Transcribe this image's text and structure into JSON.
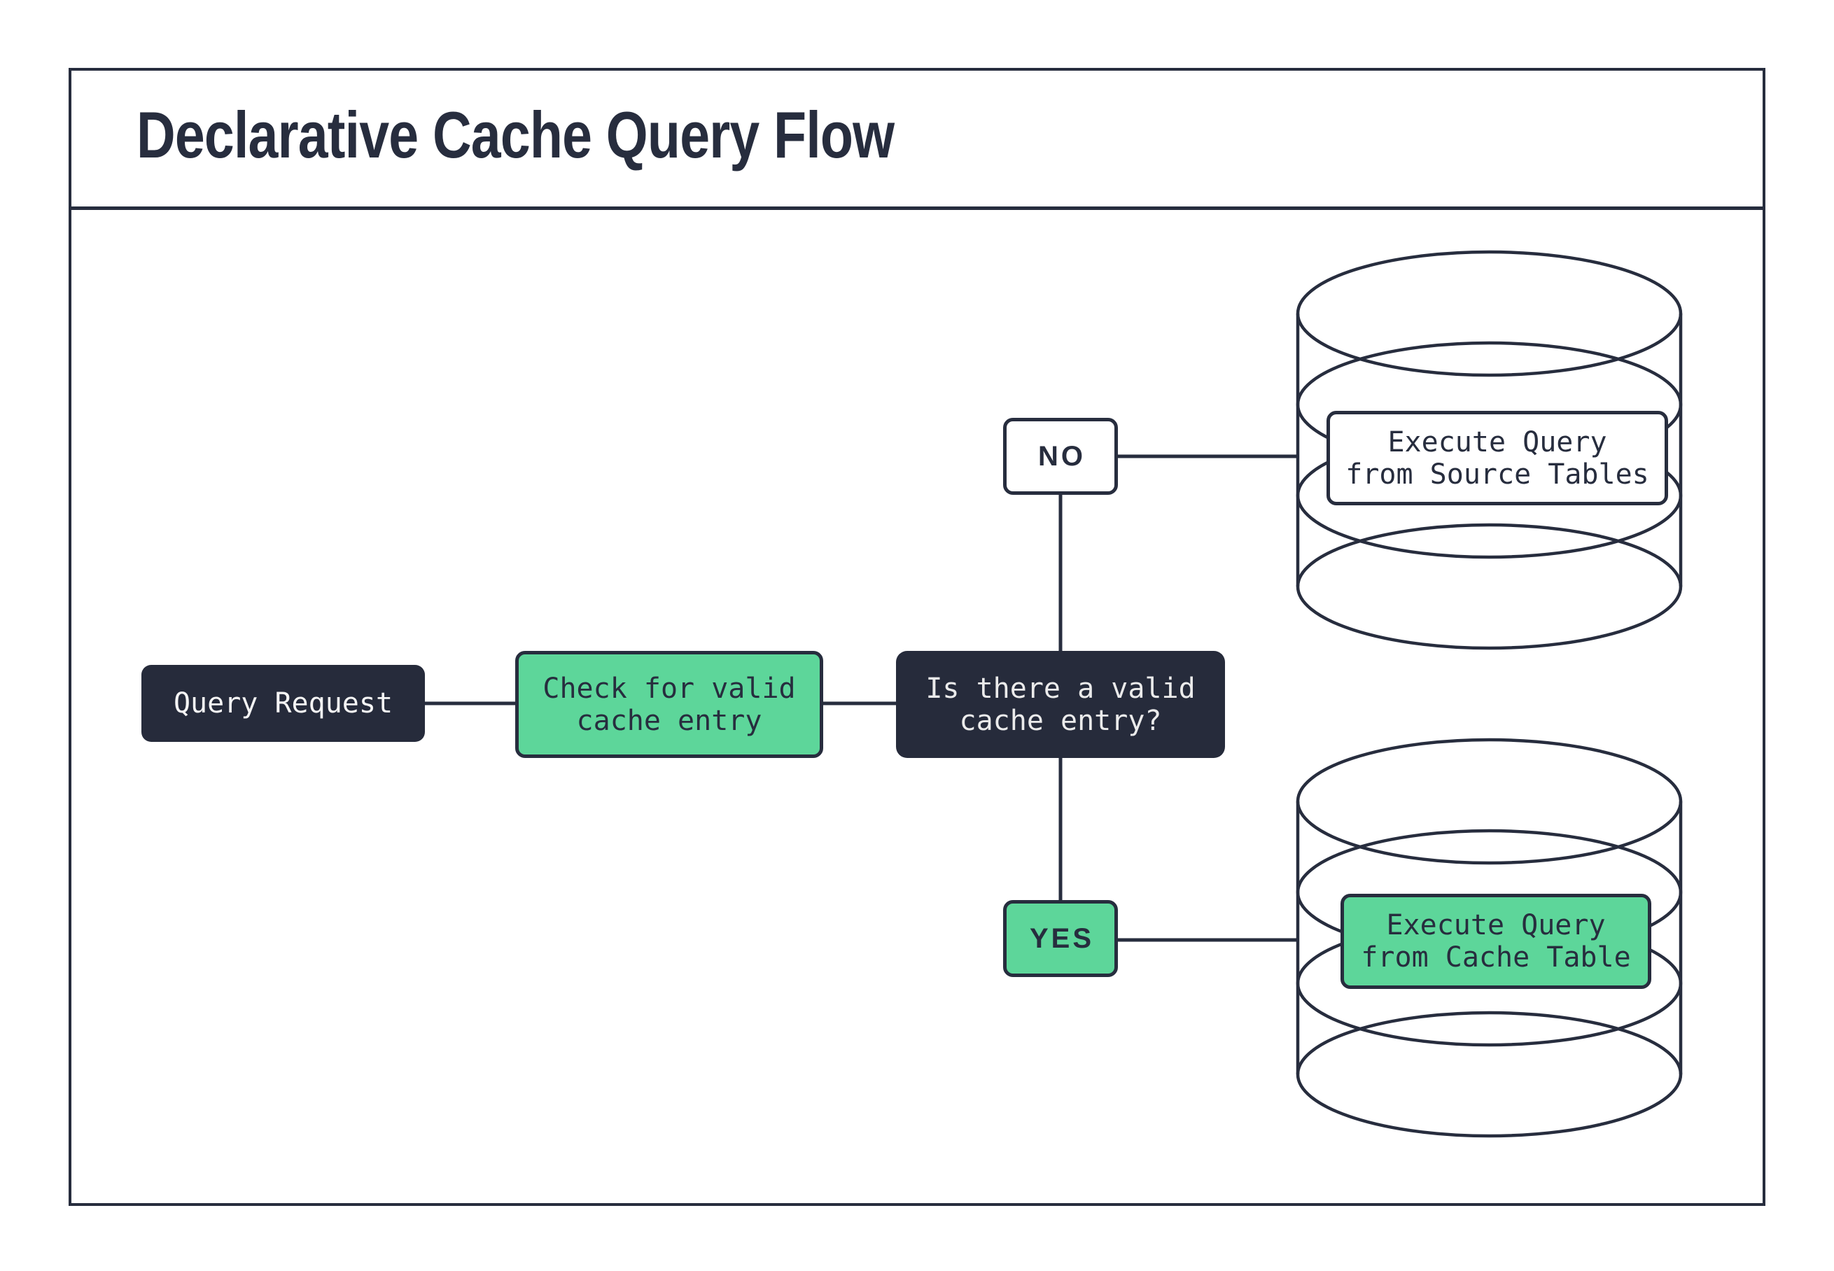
{
  "title": "Declarative Cache Query Flow",
  "colors": {
    "ink": "#272d3e",
    "node_dark": "#262b3b",
    "node_green": "#5dd69a",
    "light_text": "#ebebeb",
    "background": "#ffffff"
  },
  "nodes": {
    "query_request": {
      "label": "Query Request"
    },
    "check_cache": {
      "label": "Check for valid\ncache entry"
    },
    "decision": {
      "label": "Is there a valid\ncache entry?"
    },
    "branch_no": {
      "label": "NO"
    },
    "branch_yes": {
      "label": "YES"
    },
    "source_db_action": {
      "label": "Execute Query\nfrom Source Tables"
    },
    "cache_db_action": {
      "label": "Execute Query\nfrom Cache Table"
    }
  }
}
